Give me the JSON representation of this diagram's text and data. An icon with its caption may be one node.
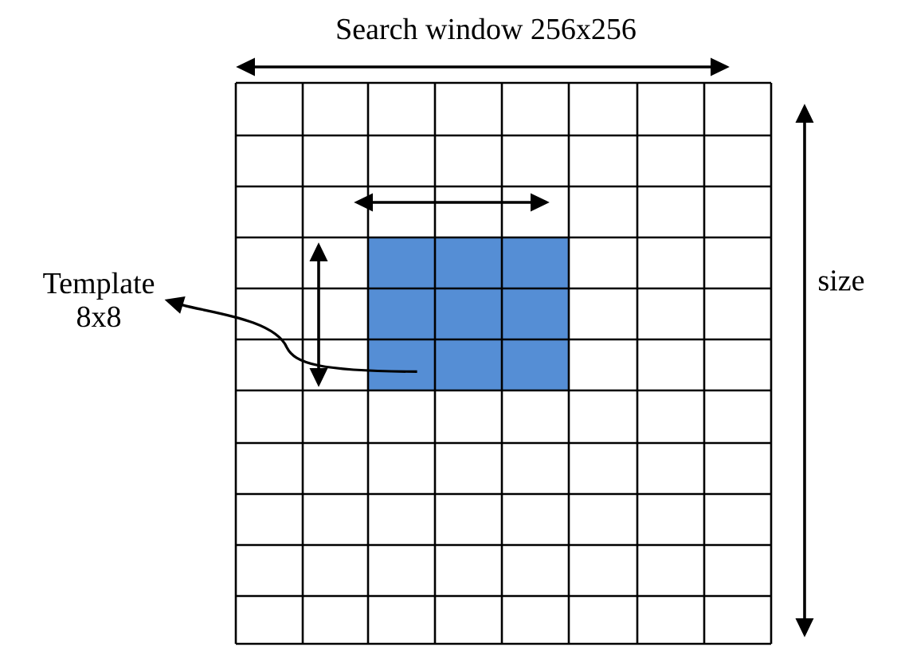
{
  "diagram": {
    "nodes": [
      {
        "text": [
          "Template 8x8"
        ]
      },
      {
        "text": [],
        "shape": "box"
      }
    ],
    "edges": [
      {
        "from": 1,
        "to": 0,
        "arrow": "to"
      }
    ],
    "labels": [
      "Search window 256x256",
      "size"
    ]
  }
}
